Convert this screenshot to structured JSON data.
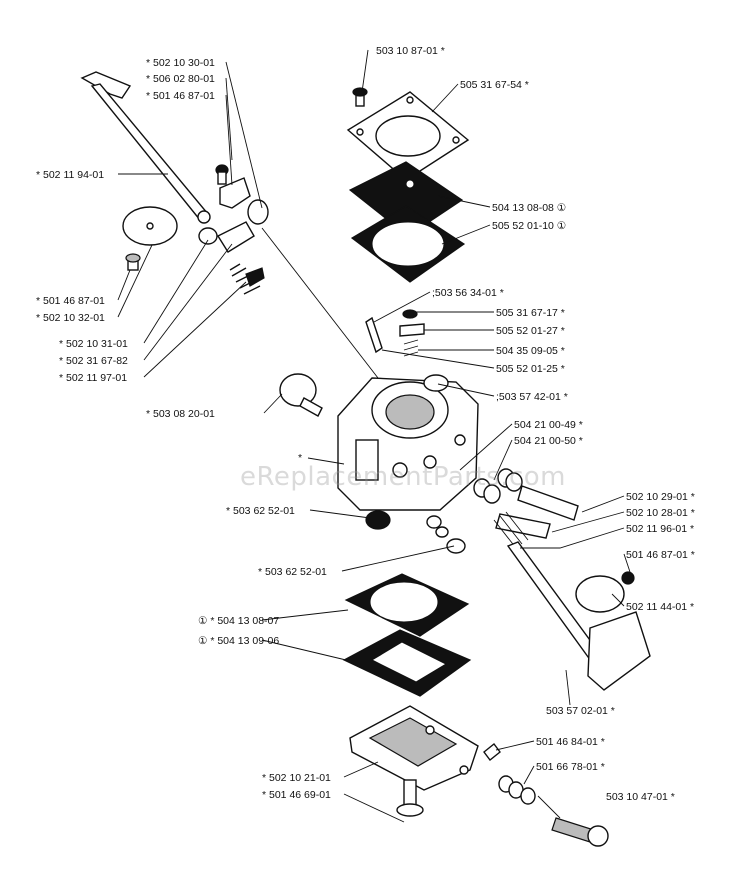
{
  "watermark": "eReplacementParts.com",
  "labels": {
    "p5021030": "* 502 10 30-01",
    "p5060280": "* 506 02 80-01",
    "p5014687a": "* 501 46 87-01",
    "p5021194": "* 502 11 94-01",
    "p5014687b": "* 501 46 87-01",
    "p5021032": "* 502 10 32-01",
    "p5021031": "* 502 10 31-01",
    "p5023167": "* 502 31 67-82",
    "p5021197": "* 502 11 97-01",
    "p5030820": "* 503 08 20-01",
    "p5031087": "503 10 87-01 *",
    "p5053167a": "505 31 67-54 *",
    "p5041308a": "504 13 08-08 ①",
    "p5055201a": "505 52 01-10 ①",
    "p5035634": ";503 56 34-01 *",
    "p5053167b": "505 31 67-17 *",
    "p5055201b": "505 52 01-27 *",
    "p5043509": "504 35 09-05 *",
    "p5055201c": "505 52 01-25 *",
    "p5035742": ";503 57 42-01 *",
    "p5042100a": "504 21 00-49 *",
    "p5042100b": "504 21 00-50 *",
    "star": "*",
    "p5036252a": "* 503 62 52-01",
    "p5036252b": "* 503 62 52-01",
    "p5021029": "502 10 29-01 *",
    "p5021028": "502 10 28-01 *",
    "p5021196": "502 11 96-01 *",
    "p5014687c": "501 46 87-01 *",
    "p5021144": "502 11 44-01 *",
    "p5041308b": "① * 504 13 08-07",
    "p5041309": "① * 504 13 09-06",
    "p5035702": "503 57 02-01 *",
    "p5014684": "501 46 84-01 *",
    "p5016678": "501 66 78-01 *",
    "p5021021": "* 502 10 21-01",
    "p5014669": "* 501 46 69-01",
    "p5031047": "503 10 47-01 *"
  }
}
